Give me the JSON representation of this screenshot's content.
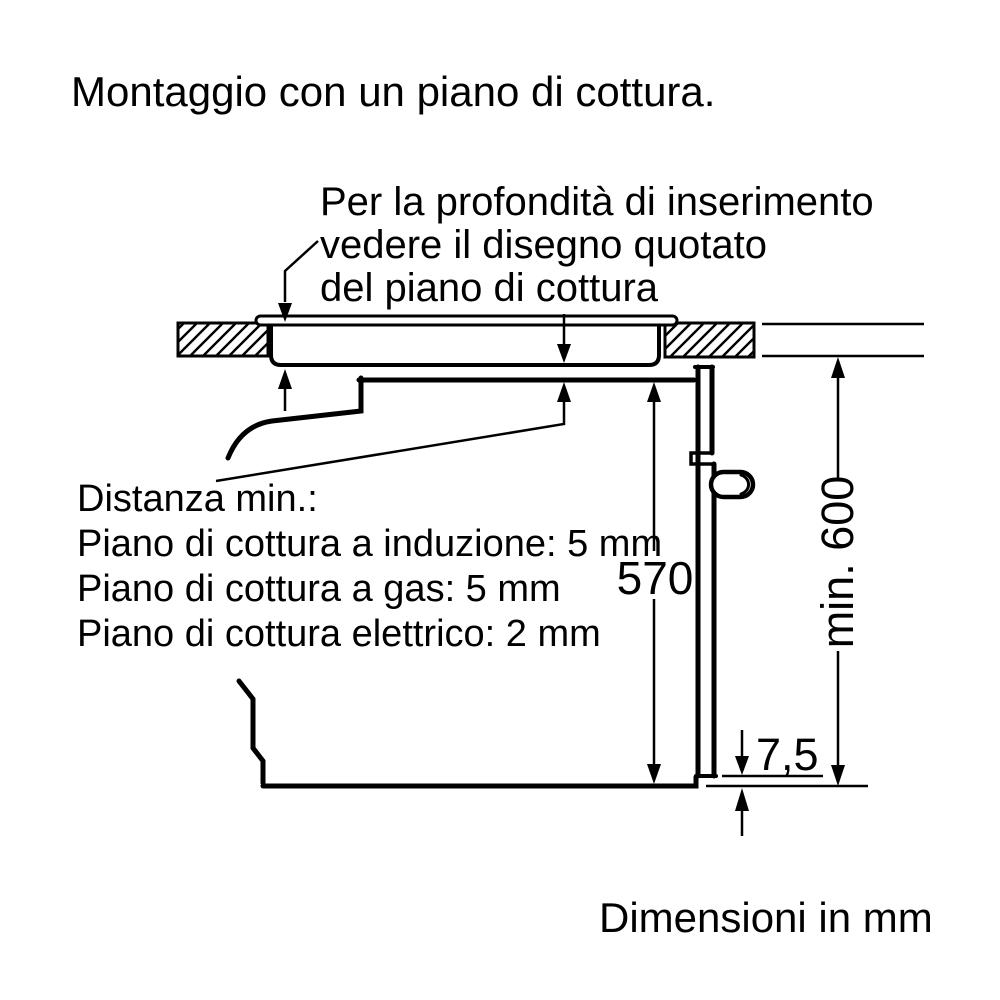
{
  "title": "Montaggio con un piano di cottura.",
  "annotation": {
    "lines": [
      "Per la profondità di inserimento",
      "vedere il disegno quotato",
      "del piano di cottura"
    ]
  },
  "clearance_note": {
    "lines": [
      "Distanza min.:",
      "Piano di cottura a induzione: 5 mm",
      "Piano di cottura a gas: 5 mm",
      "Piano di cottura elettrico: 2 mm"
    ]
  },
  "dimensions": {
    "oven_height": "570",
    "min_niche_height": "min. 600",
    "bottom_gap": "7,5",
    "units_note": "Dimensioni in mm"
  },
  "colors": {
    "line": "#000000",
    "background": "#ffffff"
  }
}
